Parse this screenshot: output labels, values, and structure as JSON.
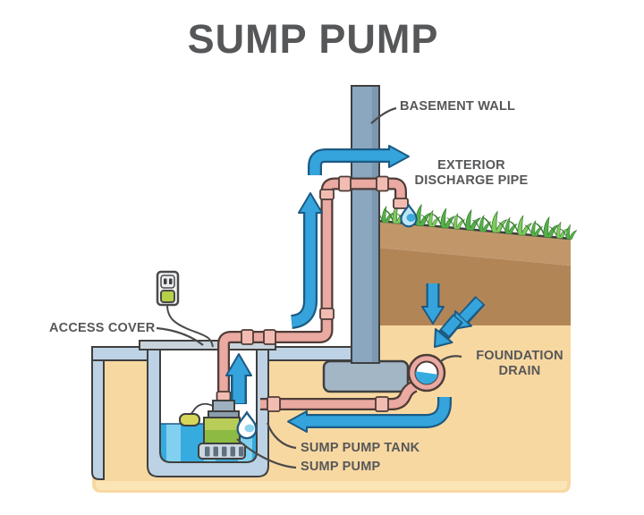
{
  "title": "SUMP PUMP",
  "labels": {
    "basement_wall": "BASEMENT WALL",
    "exterior_discharge_pipe": [
      "EXTERIOR",
      "DISCHARGE PIPE"
    ],
    "access_cover": "ACCESS COVER",
    "foundation_drain": [
      "FOUNDATION",
      "DRAIN"
    ],
    "sump_pump_tank": "SUMP PUMP TANK",
    "sump_pump": "SUMP PUMP"
  },
  "colors": {
    "background": "#ffffff",
    "label_text": "#565759",
    "wall_fill": "#8ba6bf",
    "wall_shade": "#7c97b0",
    "concrete_fill": "#bdd2e4",
    "footing_fill": "#a3b6c6",
    "cover_fill": "#c8d3dc",
    "soil_light": "#f8d8a1",
    "soil_bottom_strip": "#fbe4b6",
    "soil_medium": "#c1976a",
    "soil_dark": "#b28557",
    "pipe_pink": "#eaa9a1",
    "pipe_fitting": "#f2bcb2",
    "pipe_outline": "#4e3c38",
    "water_blue": "#36abdf",
    "water_stripe": "#8ed6f2",
    "arrow_blue": "#35a4dc",
    "arrow_outline": "#1c5a83",
    "grass_green": "#54b148",
    "grass_light": "#7fcc5e",
    "pump_green_top": "#b7cd58",
    "pump_green_bottom": "#8dba43",
    "pump_gray": "#9fb0bf",
    "float_yellow": "#d6d75a",
    "plug_green": "#b5d147",
    "outline_dark": "#3f3f3f"
  }
}
